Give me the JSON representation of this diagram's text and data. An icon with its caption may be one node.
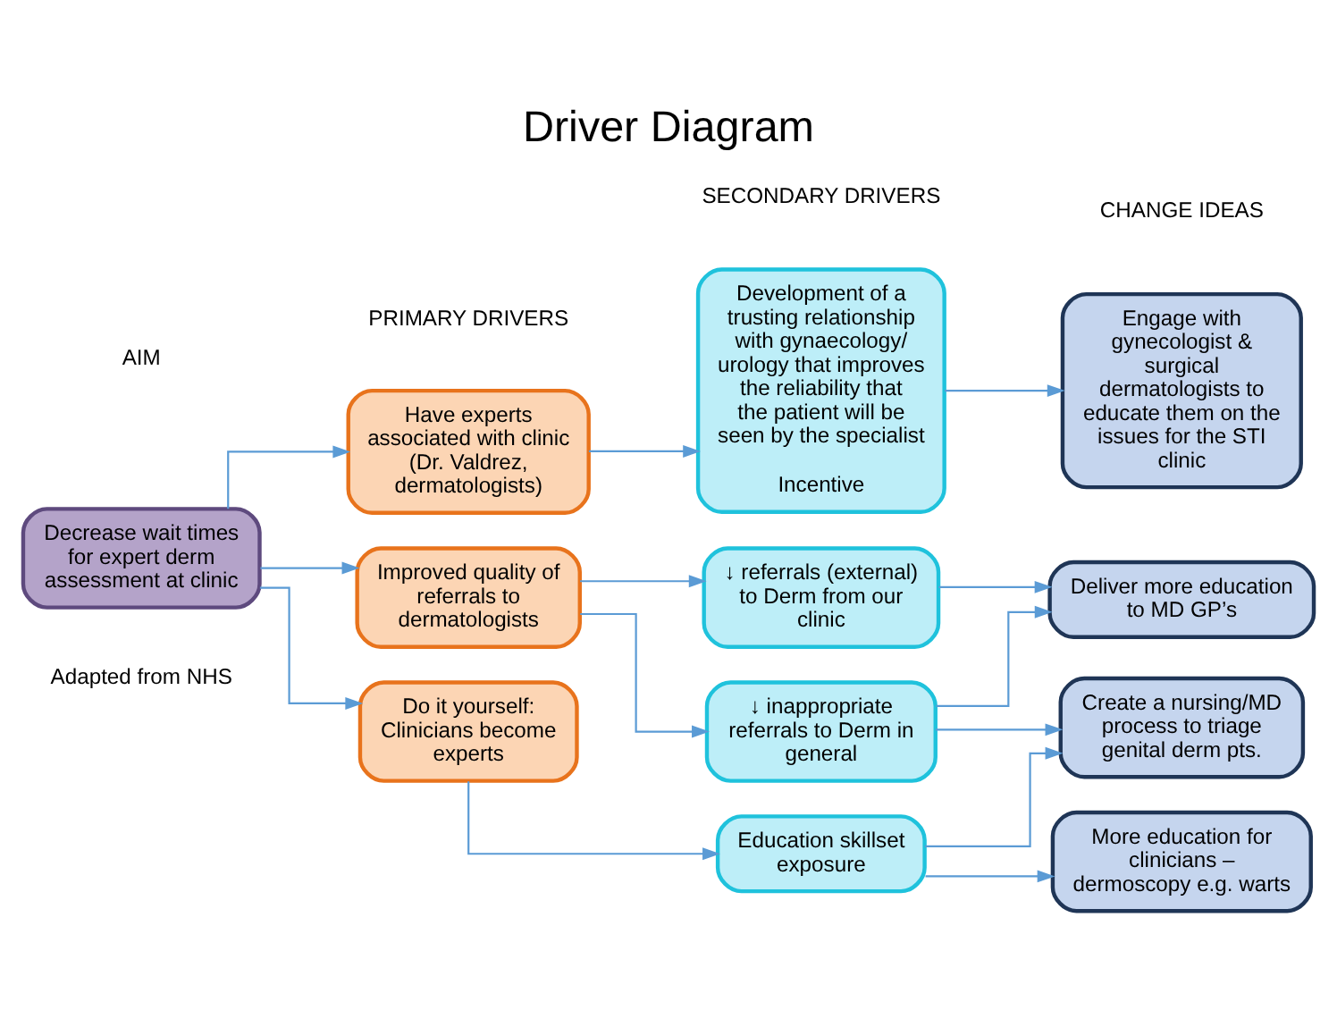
{
  "diagram": {
    "title": "Driver Diagram",
    "nodes": [
      {
        "text": [
          "Decrease wait times for expert derm assessment at clinic"
        ]
      },
      {
        "text": [
          "Do it yourself: Clinicians become experts"
        ]
      },
      {
        "text": [
          "Have experts associated with clinic (Dr. Valdrez, dermatologists)"
        ]
      },
      {
        "text": [
          "Improved quality of referrals to dermatologists"
        ]
      },
      {
        "text": [
          "Education skillset exposure"
        ]
      },
      {
        "text": [
          "Development of a trusting relationship with gynaecology/ urology that improves the reliability that the patient will be seen by the specialist",
          "Incentive"
        ]
      },
      {
        "text": [
          "↓ inappropriate referrals to Derm in general"
        ]
      },
      {
        "text": [
          "↓ referrals (external) to Derm from our clinic"
        ]
      },
      {
        "text": [
          "More education for clinicians – dermoscopy e.g. warts"
        ]
      },
      {
        "text": [
          "Create a nursing/MD process to triage genital derm pts."
        ]
      },
      {
        "text": [
          "Engage with gynecologist & surgical dermatologists to educate them on the issues for the STI clinic"
        ]
      },
      {
        "text": [
          "Deliver more education to MD GP’s"
        ]
      }
    ],
    "edges": [
      {
        "from": 0,
        "to": 1,
        "arrow": "to"
      },
      {
        "from": 0,
        "to": 2,
        "arrow": "to"
      },
      {
        "from": 0,
        "to": 3,
        "arrow": "to"
      },
      {
        "from": 1,
        "to": 4,
        "arrow": "to"
      },
      {
        "from": 2,
        "to": 5,
        "arrow": "to"
      },
      {
        "from": 3,
        "to": 6,
        "arrow": "to"
      },
      {
        "from": 3,
        "to": 7,
        "arrow": "to"
      },
      {
        "from": 4,
        "to": 8,
        "arrow": "to"
      },
      {
        "from": 4,
        "to": 9,
        "arrow": "to"
      },
      {
        "from": 6,
        "to": 9,
        "arrow": "to"
      },
      {
        "from": 5,
        "to": 10,
        "arrow": "to"
      },
      {
        "from": 6,
        "to": 11,
        "arrow": "to"
      },
      {
        "from": 7,
        "to": 11,
        "arrow": "to"
      }
    ],
    "labels": [
      "AIM",
      "PRIMARY DRIVERS",
      "SECONDARY DRIVERS",
      "CHANGE IDEAS",
      "Adapted from NHS"
    ]
  }
}
